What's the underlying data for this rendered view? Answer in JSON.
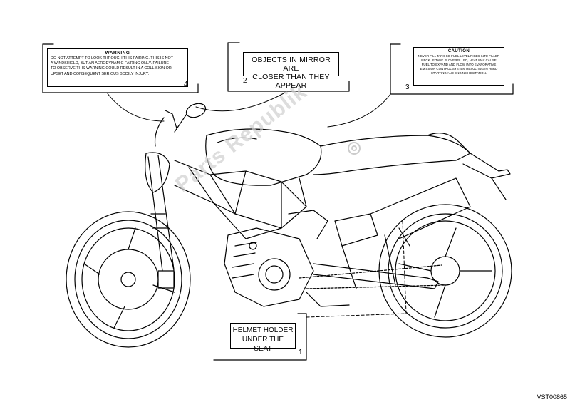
{
  "labels": {
    "warning": {
      "title": "WARNING",
      "lines": [
        "DO NOT ATTEMPT TO LOOK THROUGH THIS FAIRING. THIS IS NOT",
        "A WINDSHIELD, BUT AN AERODYNAMIC FAIRING ONLY. FAILURE",
        "TO OBSERVE THIS WARNING COULD RESULT IN A COLLISION OR",
        "UPSET AND CONSEQUENT SERIOUS BODILY INJURY."
      ],
      "number": "4"
    },
    "mirror": {
      "lines": [
        "OBJECTS IN MIRROR ARE",
        "CLOSER THAN THEY APPEAR"
      ],
      "number": "2"
    },
    "caution": {
      "title": "CAUTION",
      "lines": [
        "NEVER FILL TANK SO FUEL LEVEL RISES INTO FILLER",
        "NECK. IF TANK IS OVERFILLED, HEAT MAY CAUSE",
        "FUEL TO EXPAND AND FLOW INTO EVAPORATIVE",
        "EMISSION CONTROL SYSTEM RESULTING IN HARD",
        "STARTING AND ENGINE HESITATION."
      ],
      "number": "3"
    },
    "helmet": {
      "lines": [
        "HELMET HOLDER",
        "UNDER THE SEAT"
      ],
      "number": "1"
    }
  },
  "figure_code": "VST00865",
  "watermark": "Parts Republik"
}
